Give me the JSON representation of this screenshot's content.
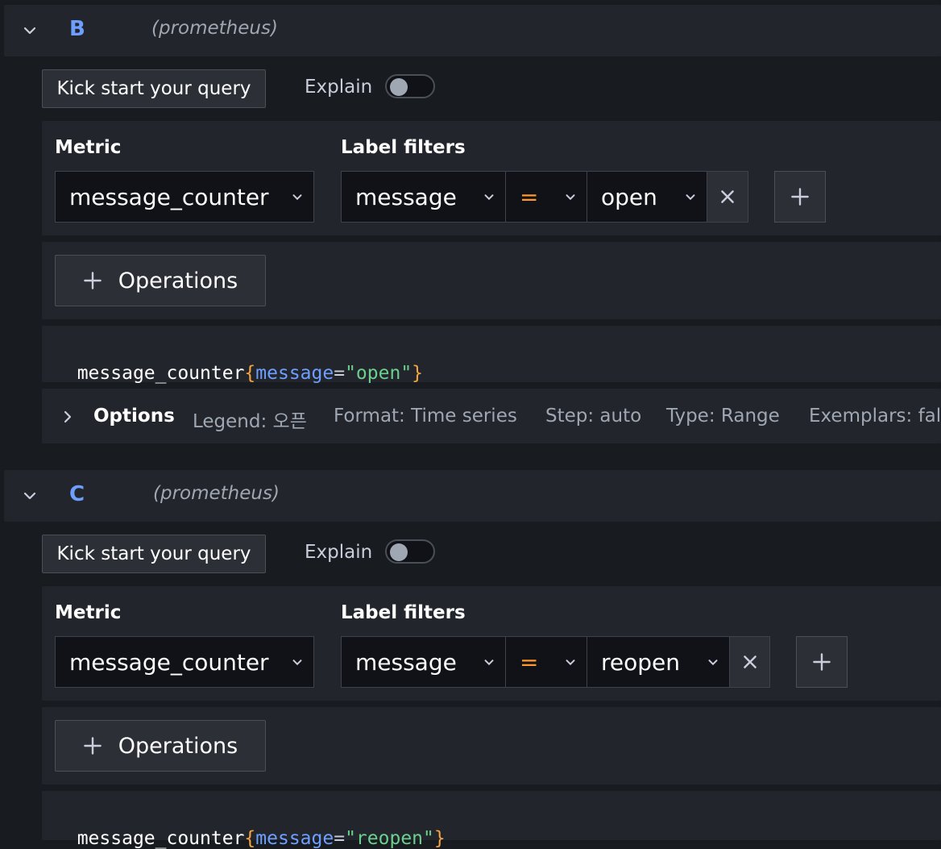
{
  "queries": [
    {
      "letter": "B",
      "datasource": "(prometheus)",
      "kick_start_label": "Kick start your query",
      "explain_label": "Explain",
      "metric_label": "Metric",
      "label_filters_label": "Label filters",
      "metric_value": "message_counter",
      "filter": {
        "label": "message",
        "operator": "=",
        "value": "open"
      },
      "operations_label": "Operations",
      "preview": {
        "metric": "message_counter",
        "open_brace": "{",
        "key": "message",
        "eq": "=",
        "value": "\"open\"",
        "close_brace": "}"
      },
      "options": {
        "label": "Options",
        "legend": "Legend: 오픈",
        "format": "Format: Time series",
        "step": "Step: auto",
        "type": "Type: Range",
        "exemplars": "Exemplars: fal"
      }
    },
    {
      "letter": "C",
      "datasource": "(prometheus)",
      "kick_start_label": "Kick start your query",
      "explain_label": "Explain",
      "metric_label": "Metric",
      "label_filters_label": "Label filters",
      "metric_value": "message_counter",
      "filter": {
        "label": "message",
        "operator": "=",
        "value": "reopen"
      },
      "operations_label": "Operations",
      "preview": {
        "metric": "message_counter",
        "open_brace": "{",
        "key": "message",
        "eq": "=",
        "value": "\"reopen\"",
        "close_brace": "}"
      }
    }
  ],
  "colors": {
    "accent_blue": "#6e9fff",
    "operator_orange": "#ff9830",
    "string_green": "#6ccf8e",
    "brace_orange": "#f5a442"
  }
}
